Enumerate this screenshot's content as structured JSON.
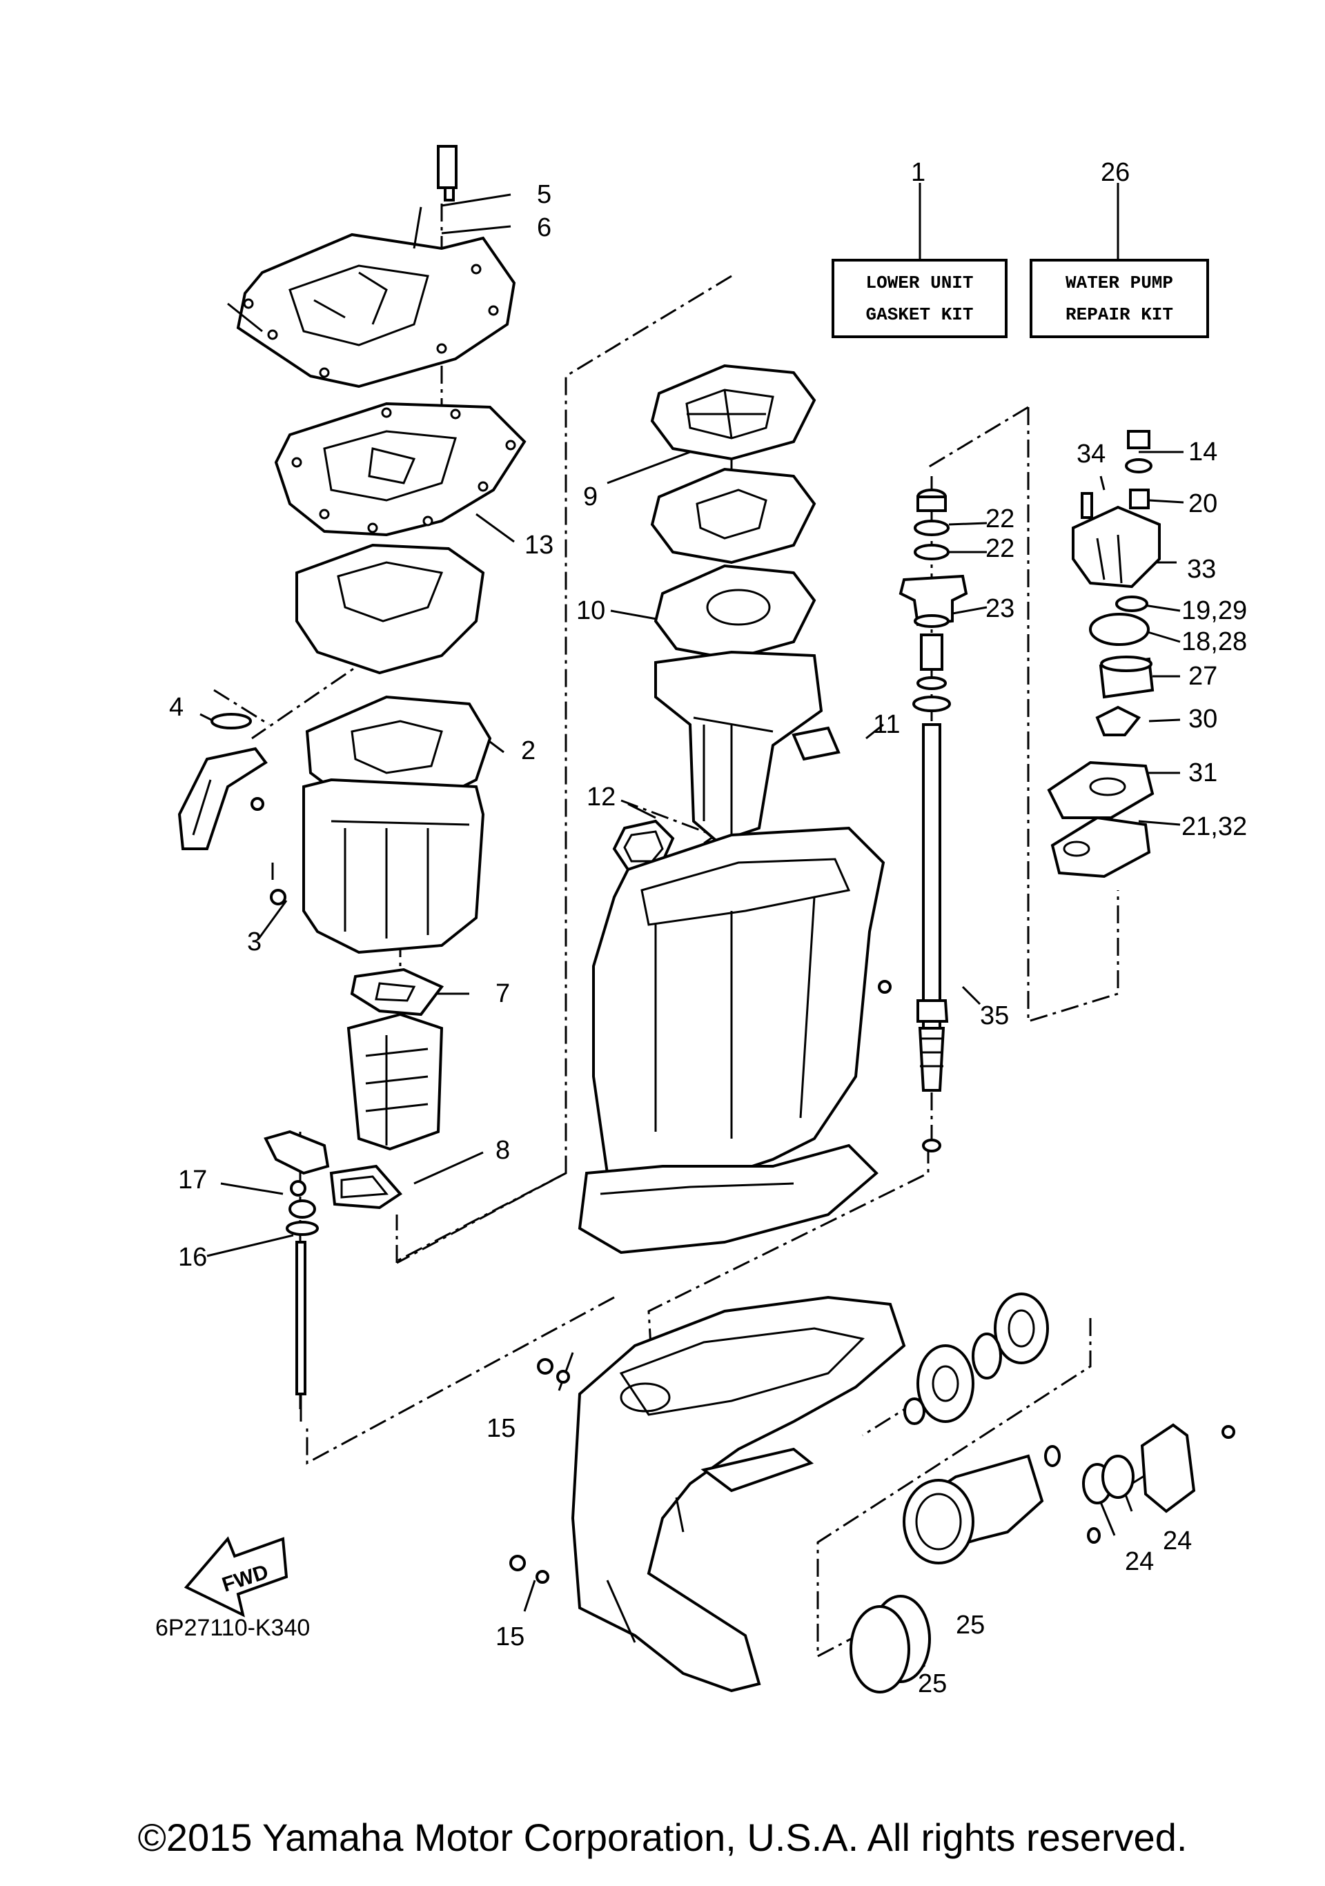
{
  "callouts": {
    "c1": "1",
    "c2": "2",
    "c3": "3",
    "c4": "4",
    "c5": "5",
    "c6": "6",
    "c7": "7",
    "c8": "8",
    "c9": "9",
    "c10": "10",
    "c11": "11",
    "c12": "12",
    "c13": "13",
    "c14": "14",
    "c15a": "15",
    "c15b": "15",
    "c16": "16",
    "c17": "17",
    "c18_28": "18,28",
    "c19_29": "19,29",
    "c20": "20",
    "c21_32": "21,32",
    "c22a": "22",
    "c22b": "22",
    "c23": "23",
    "c24a": "24",
    "c24b": "24",
    "c25a": "25",
    "c25b": "25",
    "c26": "26",
    "c27": "27",
    "c30": "30",
    "c31": "31",
    "c33": "33",
    "c34": "34",
    "c35": "35"
  },
  "kits": {
    "lower_unit": {
      "line1": "LOWER UNIT",
      "line2": "GASKET KIT"
    },
    "water_pump": {
      "line1": "WATER PUMP",
      "line2": "REPAIR KIT"
    }
  },
  "fwd_label": "FWD",
  "reference_code": "6P27110-K340",
  "copyright": "©2015 Yamaha Motor Corporation, U.S.A. All rights reserved."
}
